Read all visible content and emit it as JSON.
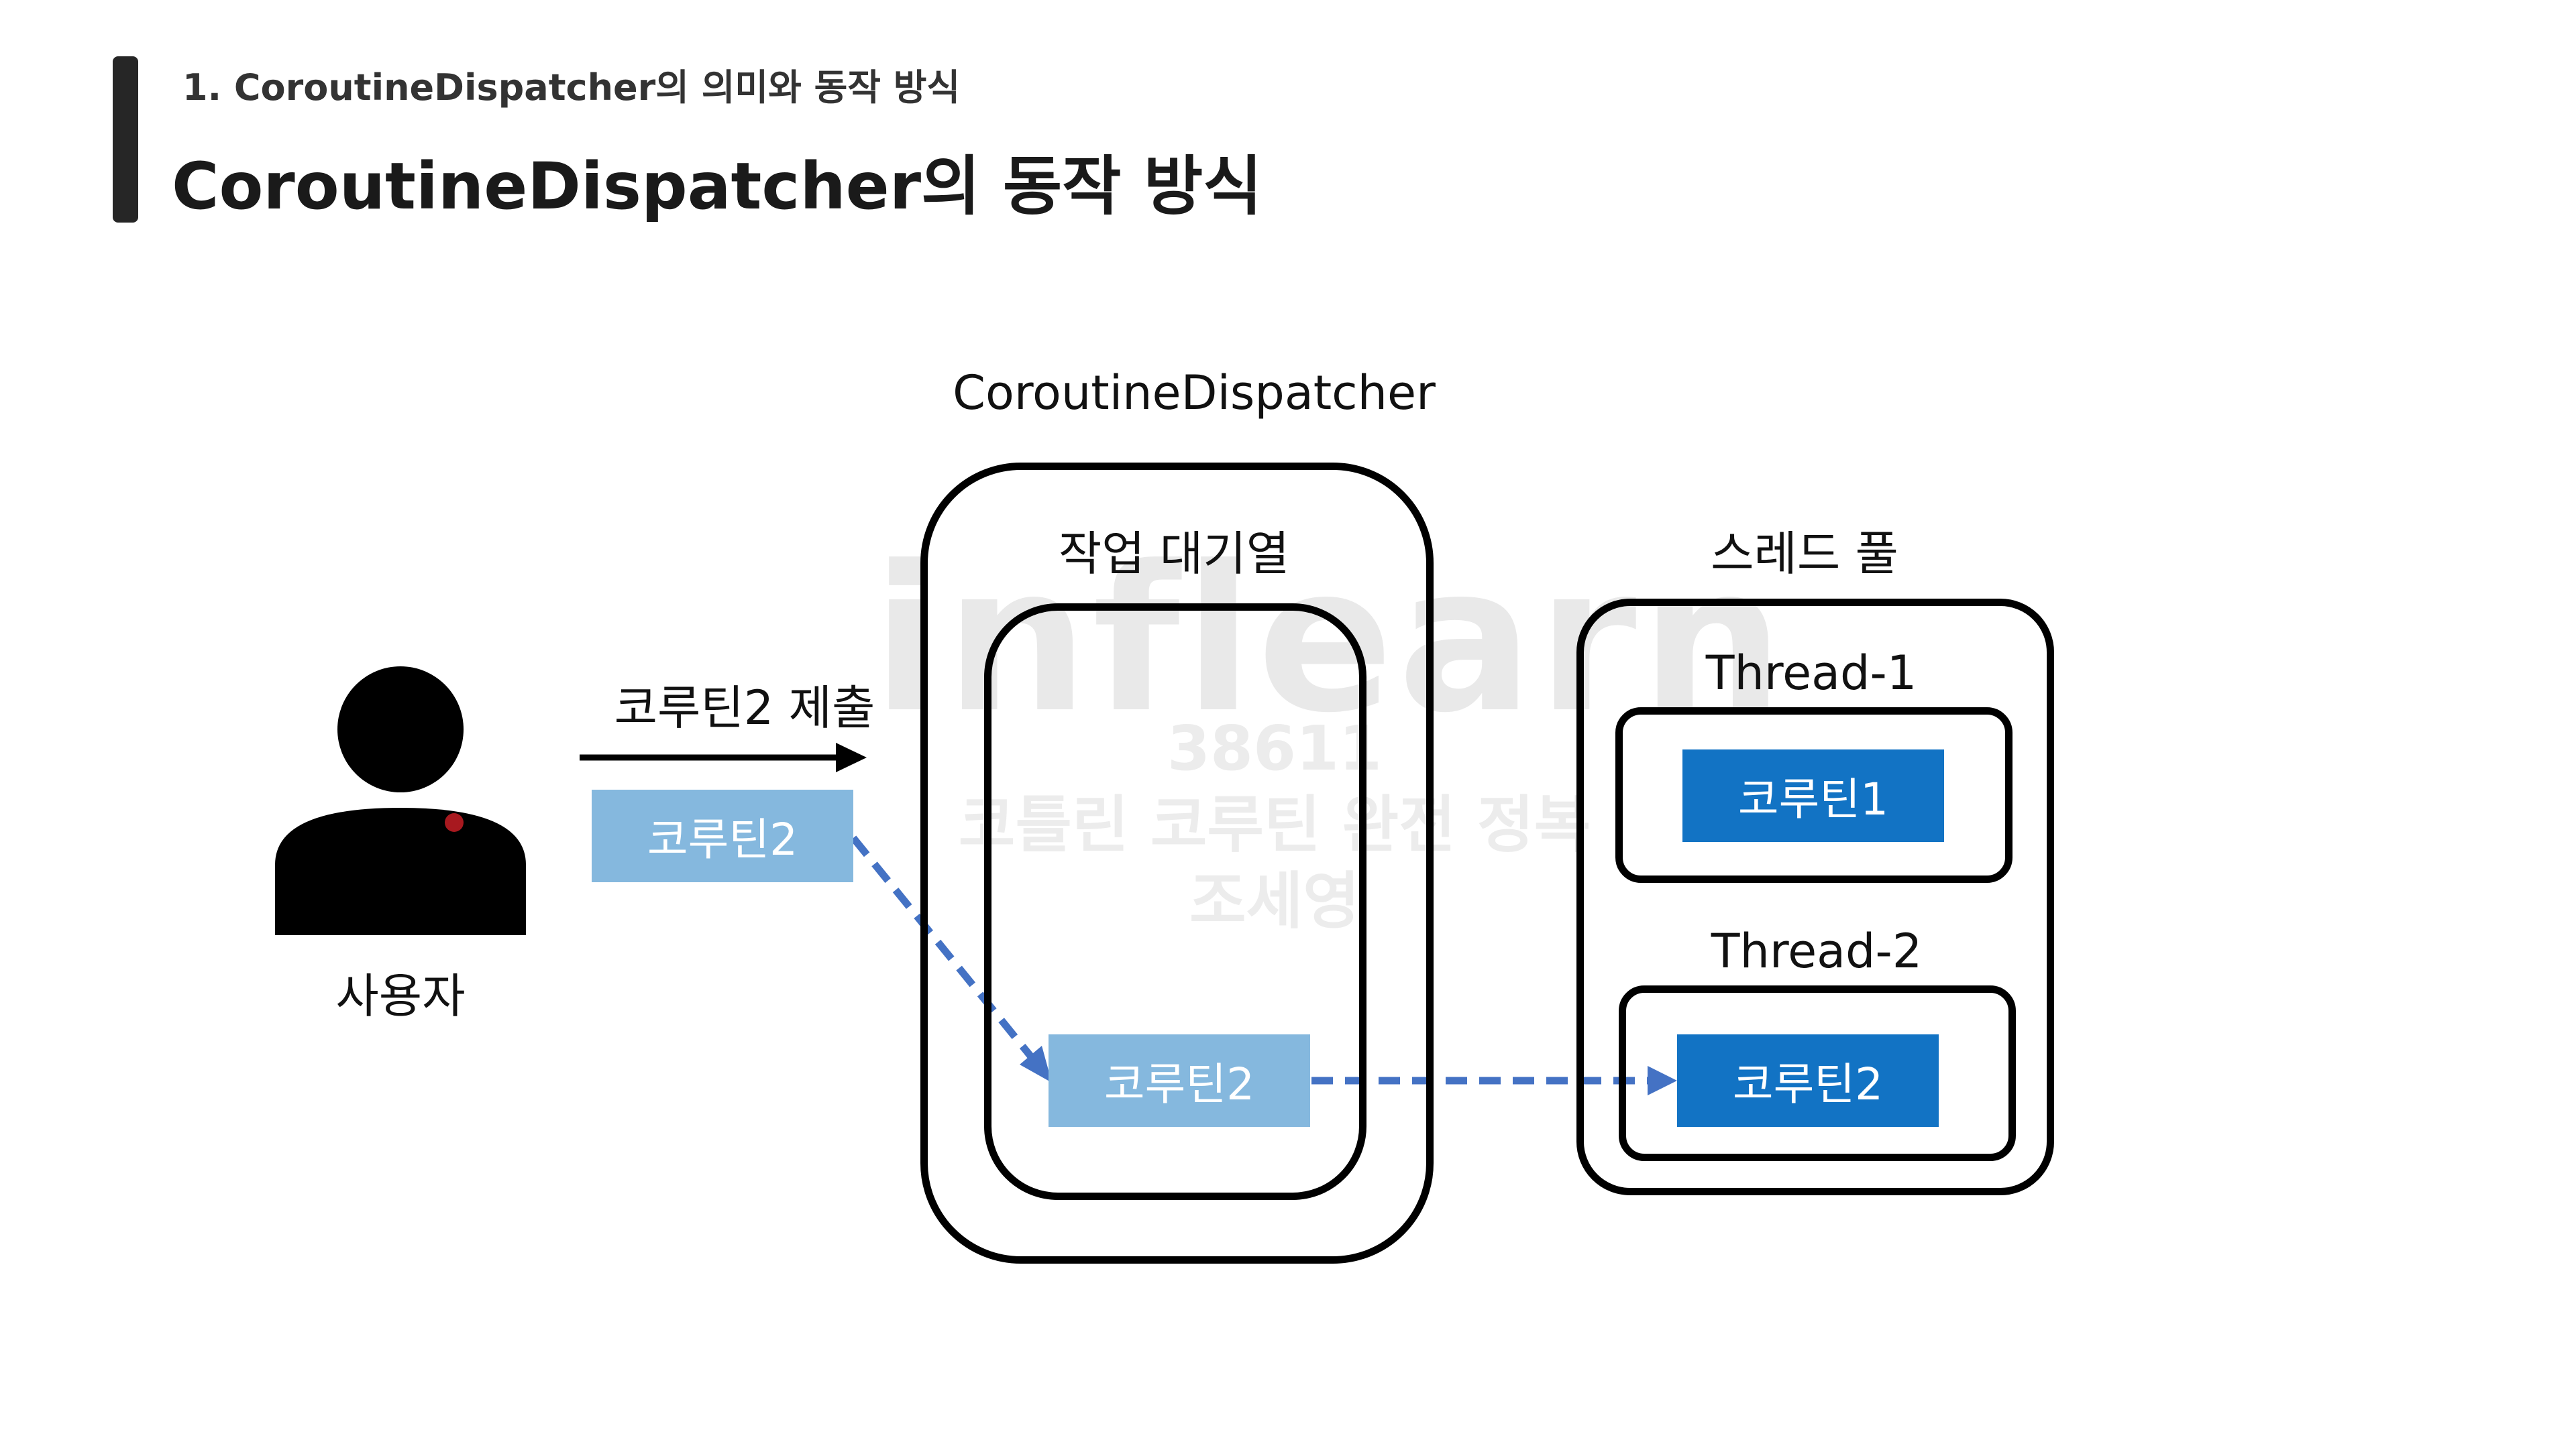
{
  "header": {
    "subtitle": "1. CoroutineDispatcher의 의미와 동작 방식",
    "title": "CoroutineDispatcher의 동작 방식"
  },
  "watermark": {
    "logo": "inflearn",
    "code": "38611",
    "course": "코틀린 코루틴 완전 정복",
    "author": "조세영"
  },
  "user": {
    "icon": "person-icon",
    "label": "사용자",
    "submit_label": "코루틴2 제출",
    "chip_label": "코루틴2"
  },
  "dispatcher": {
    "title": "CoroutineDispatcher",
    "queue_label": "작업 대기열",
    "queue_chip_label": "코루틴2"
  },
  "thread_pool": {
    "title": "스레드 풀",
    "threads": [
      {
        "name": "Thread-1",
        "coroutine": "코루틴1"
      },
      {
        "name": "Thread-2",
        "coroutine": "코루틴2"
      }
    ]
  },
  "colors": {
    "light_chip": "#85B8DE",
    "dark_chip": "#1273C4",
    "dashed_arrow": "#4472C4",
    "pointer_dot": "#E0222A"
  }
}
